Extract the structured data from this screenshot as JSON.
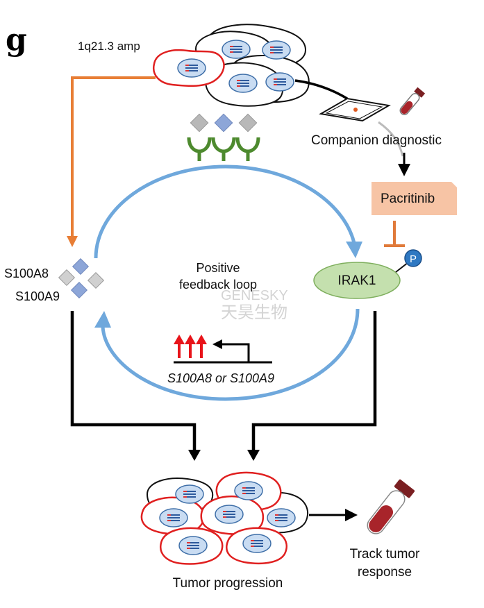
{
  "panel_letter": "g",
  "labels": {
    "amp": "1q21.3 amp",
    "companion": "Companion diagnostic",
    "drug": "Pacritinib",
    "irak": "IRAK1",
    "phospho": "P",
    "s100a8": "S100A8",
    "s100a9": "S100A9",
    "loop_line1": "Positive",
    "loop_line2": "feedback loop",
    "gene": "S100A8 or S100A9",
    "progression": "Tumor progression",
    "track_line1": "Track tumor",
    "track_line2": "response"
  },
  "watermark": {
    "line1": "GENESKY",
    "line2": "天昊生物"
  },
  "colors": {
    "orange_arrow": "#E87E35",
    "blue_loop": "#6FA8DC",
    "pacritinib_box": "#F7C4A5",
    "inhibitor_bar": "#E07A3A",
    "irak_fill": "#C4E0AE",
    "irak_stroke": "#7FAF5E",
    "phospho": "#2E78C2",
    "tumor_outline": "#E02020",
    "nucleus": "#C9DCF2",
    "receptor": "#4D8A2E",
    "up_arrows": "#E8141A",
    "tube_red": "#A8242A"
  }
}
